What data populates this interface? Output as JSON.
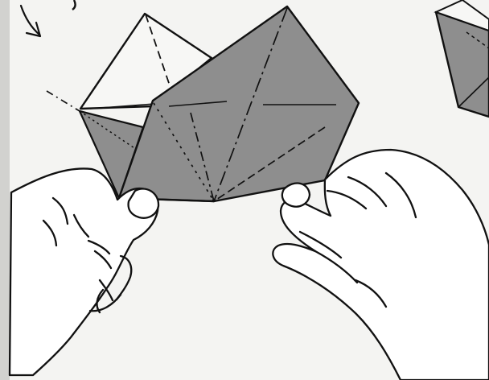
{
  "illustration": {
    "colors": {
      "paper_background": "#f4f4f2",
      "folded_paper_gray": "#8e8e8e",
      "paper_white": "#f7f7f5",
      "line_ink": "#111111",
      "left_edge_shadow": "#d2d2cf"
    },
    "elements": [
      "curved-arrow-icon",
      "back-white-flap",
      "front-gray-flap",
      "left-gray-flap",
      "right-corner-fragment",
      "left-hand",
      "right-hand"
    ]
  }
}
